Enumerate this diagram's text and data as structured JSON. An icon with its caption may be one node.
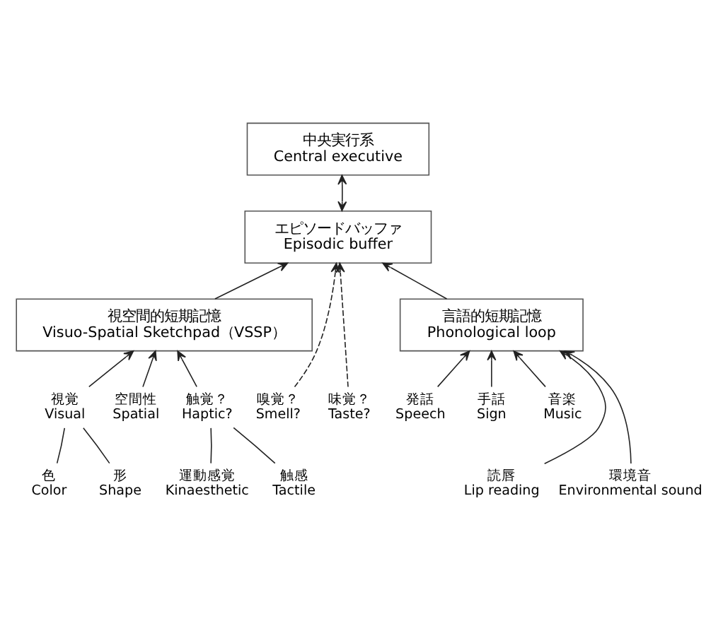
{
  "diagram": {
    "nodes": [
      {
        "text": [
          "中央実行系",
          "Central executive"
        ]
      },
      {
        "text": [
          "エピソードバッファ",
          "Episodic buffer"
        ]
      },
      {
        "text": [
          "視空間的短期記憶",
          "Visuo-Spatial Sketchpad（VSSP）"
        ]
      },
      {
        "text": [
          "言語的短期記憶",
          "Phonological loop"
        ]
      },
      {
        "text": [
          "視覚",
          "Visual"
        ]
      },
      {
        "text": [
          "空間性",
          "Spatial"
        ]
      },
      {
        "text": [
          "触覚？",
          "Haptic?"
        ]
      },
      {
        "text": [
          "嗅覚？",
          "Smell?"
        ]
      },
      {
        "text": [
          "味覚？",
          "Taste?"
        ]
      },
      {
        "text": [
          "発話",
          "Speech"
        ]
      },
      {
        "text": [
          "手話",
          "Sign"
        ]
      },
      {
        "text": [
          "音楽",
          "Music"
        ]
      },
      {
        "text": [
          "色",
          "Color"
        ]
      },
      {
        "text": [
          "形",
          "Shape"
        ]
      },
      {
        "text": [
          "運動感覚",
          "Kinaesthetic"
        ]
      },
      {
        "text": [
          "触感",
          "Tactile"
        ]
      },
      {
        "text": [
          "読唇",
          "Lip reading"
        ]
      },
      {
        "text": [
          "環境音",
          "Environmental sound"
        ]
      }
    ],
    "edges": [
      {
        "from": 0,
        "to": 1,
        "arrow": "both"
      },
      {
        "from": 2,
        "to": 1,
        "arrow": "to"
      },
      {
        "from": 7,
        "to": 1,
        "arrow": "to",
        "style": "dashed"
      },
      {
        "from": 8,
        "to": 1,
        "arrow": "to",
        "style": "dashed"
      },
      {
        "from": 3,
        "to": 1,
        "arrow": "to"
      },
      {
        "from": 4,
        "to": 2,
        "arrow": "to"
      },
      {
        "from": 5,
        "to": 2,
        "arrow": "to"
      },
      {
        "from": 6,
        "to": 2,
        "arrow": "to"
      },
      {
        "from": 9,
        "to": 3,
        "arrow": "to"
      },
      {
        "from": 16,
        "to": 3,
        "arrow": "to"
      },
      {
        "from": 10,
        "to": 3,
        "arrow": "to"
      },
      {
        "from": 17,
        "to": 3,
        "arrow": "to"
      },
      {
        "from": 11,
        "to": 3,
        "arrow": "to"
      },
      {
        "from": 4,
        "to": 12,
        "arrow": "none"
      },
      {
        "from": 4,
        "to": 13,
        "arrow": "none"
      },
      {
        "from": 6,
        "to": 14,
        "arrow": "none"
      },
      {
        "from": 6,
        "to": 15,
        "arrow": "none"
      }
    ]
  }
}
